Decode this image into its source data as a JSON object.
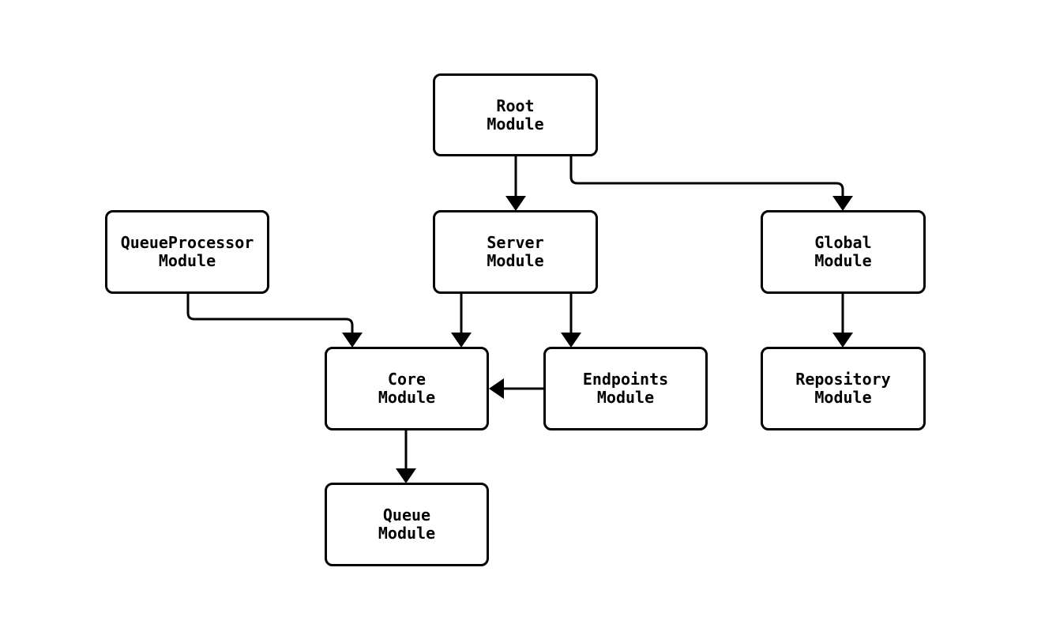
{
  "diagram": {
    "type": "module-dependency-diagram",
    "background": "#ffffff",
    "colors": {
      "node_fill": "#ffffff",
      "node_border": "#000000",
      "edge": "#000000",
      "text": "#000000"
    },
    "nodes": {
      "root": {
        "label": "Root\nModule"
      },
      "queueprocessor": {
        "label": "QueueProcessor\nModule"
      },
      "server": {
        "label": "Server\nModule"
      },
      "global": {
        "label": "Global\nModule"
      },
      "core": {
        "label": "Core\nModule"
      },
      "endpoints": {
        "label": "Endpoints\nModule"
      },
      "repository": {
        "label": "Repository\nModule"
      },
      "queue": {
        "label": "Queue\nModule"
      }
    },
    "edges": [
      {
        "from": "Root Module",
        "to": "Server Module"
      },
      {
        "from": "Root Module",
        "to": "Global Module"
      },
      {
        "from": "QueueProcessor Module",
        "to": "Core Module"
      },
      {
        "from": "Server Module",
        "to": "Core Module"
      },
      {
        "from": "Server Module",
        "to": "Endpoints Module"
      },
      {
        "from": "Endpoints Module",
        "to": "Core Module"
      },
      {
        "from": "Global Module",
        "to": "Repository Module"
      },
      {
        "from": "Core Module",
        "to": "Queue Module"
      }
    ]
  }
}
